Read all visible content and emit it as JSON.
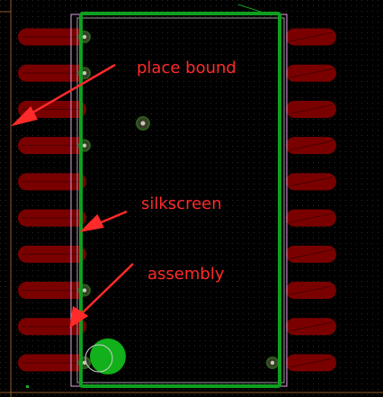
{
  "pcb_view": {
    "labels": {
      "place_bound": "place bound",
      "silkscreen": "silkscreen",
      "assembly": "assembly"
    },
    "component": {
      "pads_per_side": 10
    },
    "colors": {
      "background": "#000000",
      "grid_dot": "#2a2a2a",
      "pad": "#7a0000",
      "pad_hatch": "#4a0000",
      "silkscreen": "#0f9f1f",
      "assembly": "#9aa0a0",
      "place_bound": "#e6a0e6",
      "annotation": "#ff2a2a",
      "board_edge": "#8a5a2a",
      "via": "#c8c8b4"
    }
  }
}
